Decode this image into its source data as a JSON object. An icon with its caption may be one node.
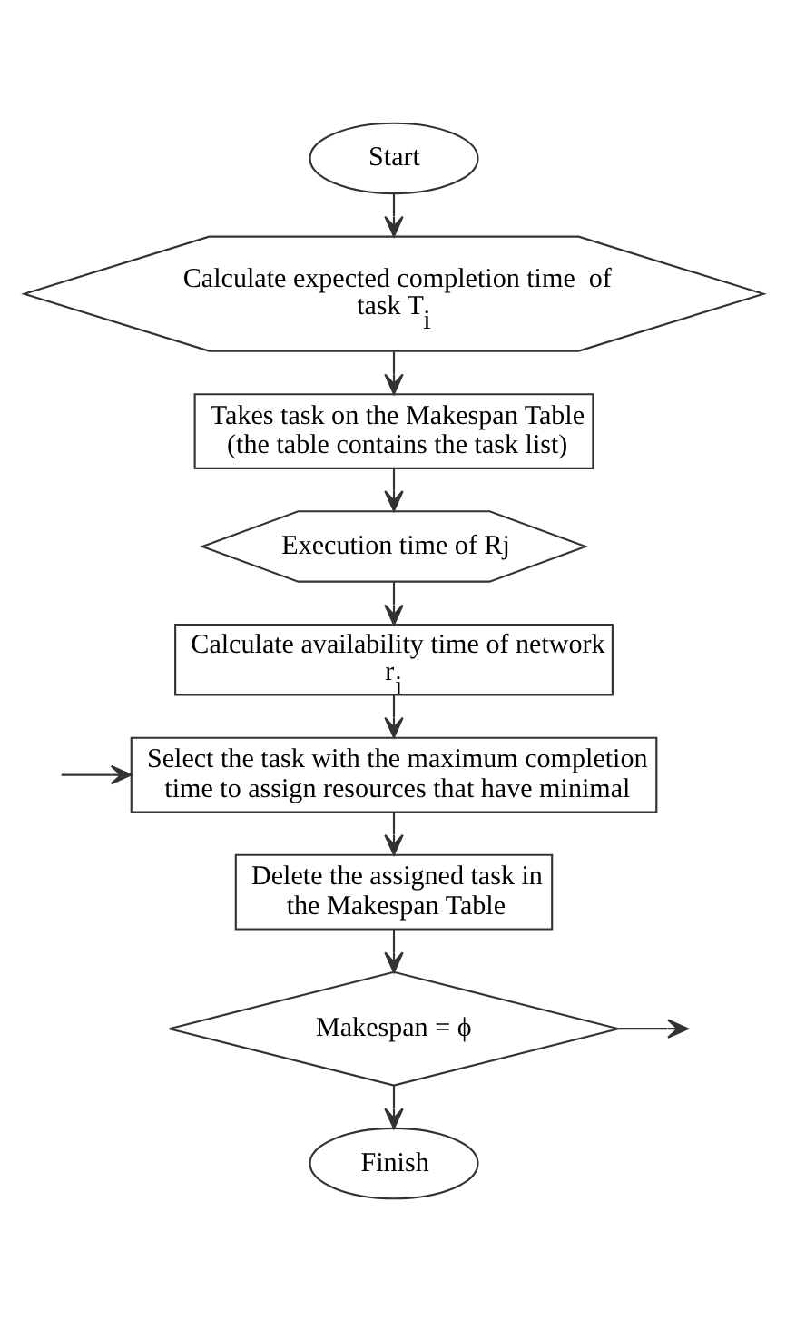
{
  "diagram": {
    "nodes": [
      {
        "text": [
          "Start"
        ]
      },
      {
        "text": [
          "Calculate expected completion time  of task T$_{i}$"
        ]
      },
      {
        "text": [
          "Takes task on the Makespan Table (the table contains the task list)"
        ]
      },
      {
        "text": [
          "Execution time of Rj"
        ]
      },
      {
        "text": [
          "Calculate availability time of network r$_{i}$"
        ]
      },
      {
        "text": [
          "Select the task with the maximum completion time to assign resources that have minimal"
        ]
      },
      {
        "text": [
          "Delete the assigned task in the Makespan Table"
        ]
      },
      {
        "text": [
          "Makespan = ϕ"
        ]
      },
      {
        "text": [
          "Finish"
        ]
      }
    ],
    "edges": [
      {
        "from": 0,
        "to": 1,
        "arrow": "to"
      },
      {
        "from": 1,
        "to": 2,
        "arrow": "to"
      },
      {
        "from": 2,
        "to": 3,
        "arrow": "to"
      },
      {
        "from": 3,
        "to": 4,
        "arrow": "to"
      },
      {
        "from": 4,
        "to": 5,
        "arrow": "to"
      },
      {
        "from": 5,
        "to": 6,
        "arrow": "to"
      },
      {
        "from": 6,
        "to": 7,
        "arrow": "to"
      },
      {
        "from": 7,
        "to": 8,
        "arrow": "to"
      },
      {
        "from": 7,
        "to": null,
        "arrow": "to"
      },
      {
        "from": null,
        "to": 5,
        "arrow": "to"
      }
    ]
  }
}
